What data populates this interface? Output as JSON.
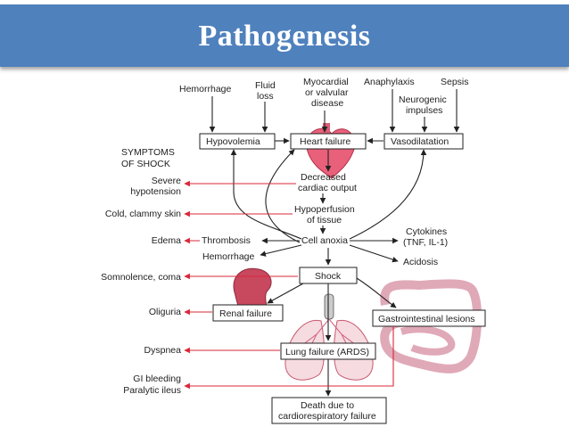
{
  "slide": {
    "title": "Pathogenesis"
  },
  "causes": {
    "hemorrhage": "Hemorrhage",
    "fluid_loss": [
      "Fluid",
      "loss"
    ],
    "myocardial": [
      "Myocardial",
      "or valvular",
      "disease"
    ],
    "anaphylaxis": "Anaphylaxis",
    "sepsis": "Sepsis",
    "neurogenic": [
      "Neurogenic",
      "impulses"
    ]
  },
  "boxes": {
    "hypovolemia": "Hypovolemia",
    "heart_failure": "Heart failure",
    "vasodilatation": "Vasodilatation",
    "shock": "Shock",
    "renal_failure": "Renal failure",
    "gi_lesions": "Gastrointestinal lesions",
    "lung_failure": "Lung failure (ARDS)",
    "death": [
      "Death due to",
      "cardiorespiratory failure"
    ]
  },
  "flow": {
    "decreased_output": [
      "Decreased",
      "cardiac output"
    ],
    "hypoperfusion": [
      "Hypoperfusion",
      "of tissue"
    ],
    "cell_anoxia": "Cell anoxia",
    "thrombosis": "Thrombosis",
    "hemorrhage2": "Hemorrhage",
    "cytokines": [
      "Cytokines",
      "(TNF, IL-1)"
    ],
    "acidosis": "Acidosis"
  },
  "symptoms": {
    "heading": [
      "SYMPTOMS",
      "OF SHOCK"
    ],
    "severe_hypotension": [
      "Severe",
      "hypotension"
    ],
    "cold_skin": "Cold, clammy skin",
    "edema": "Edema",
    "somnolence": "Somnolence, coma",
    "oliguria": "Oliguria",
    "dyspnea": "Dyspnea",
    "gi_bleeding": [
      "GI bleeding",
      "Paralytic ileus"
    ]
  },
  "colors": {
    "banner": "#4f81bd",
    "arrow_red": "#d9283a",
    "organ_pink": "#e8607a",
    "kidney": "#c8485e"
  }
}
